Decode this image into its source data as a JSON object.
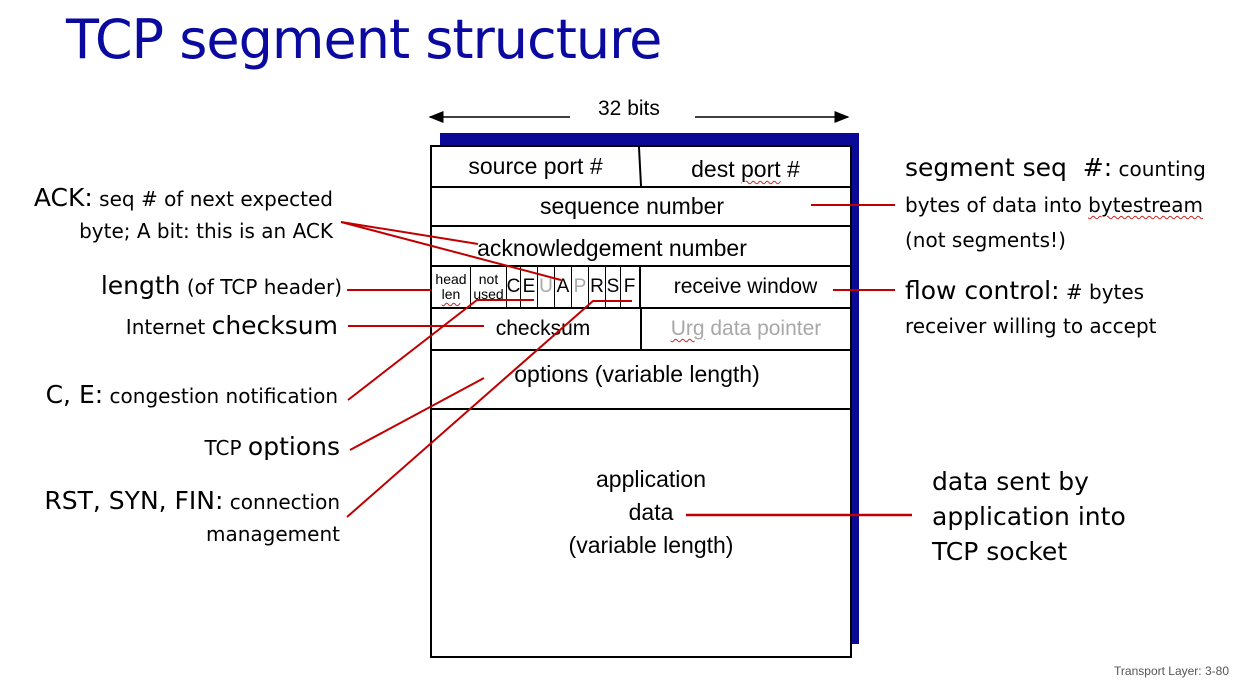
{
  "slide": {
    "title": "TCP segment structure",
    "footer": "Transport Layer: 3-80",
    "width_label": "32 bits"
  },
  "segment": {
    "source_port": "source port #",
    "dest_port_prefix": "dest ",
    "dest_port_word": "port",
    "dest_port_suffix": " #",
    "sequence_number": "sequence number",
    "acknowledgement_number": "acknowledgement number",
    "head_len_1": "head",
    "head_len_2": "len",
    "not_used_1": "not",
    "not_used_2": "used",
    "flags": [
      "C",
      "E",
      "U",
      "A",
      "P",
      "R",
      "S",
      "F"
    ],
    "receive_window": "receive window",
    "checksum": "checksum",
    "urg_pointer_word": "Urg",
    "urg_pointer_rest": " data pointer",
    "options": "options (variable length)",
    "app_data_1": "application",
    "app_data_2": "data",
    "app_data_3": "(variable length)"
  },
  "annotations": {
    "ack_big": "ACK:",
    "ack_small": " seq # of next expected",
    "ack_line2": "byte; A bit: this is an ACK",
    "length_big": "length",
    "length_small": " (of TCP header)",
    "checksum_small": "Internet ",
    "checksum_big": "checksum",
    "ce_big": "C, E:",
    "ce_small": " congestion notification",
    "options_small": "TCP ",
    "options_big": "options",
    "rsf_big": "RST, SYN, FIN:",
    "rsf_small": " connection",
    "rsf_line2": "management",
    "seq_big": "segment seq  #:",
    "seq_small": " counting",
    "seq_line2_a": "bytes of data into ",
    "seq_line2_b": "bytestream",
    "seq_line3": "(not segments!)",
    "flow_big": "flow control:",
    "flow_small": " # bytes",
    "flow_line2": "receiver willing to accept",
    "data_line1": "data sent by",
    "data_line2": "application into",
    "data_line3": "TCP socket"
  },
  "colors": {
    "title": "#0a0aa0",
    "shadow": "#0a0a96",
    "leader_lines": "#c00000",
    "muted_flag": "#a8a8a8"
  }
}
